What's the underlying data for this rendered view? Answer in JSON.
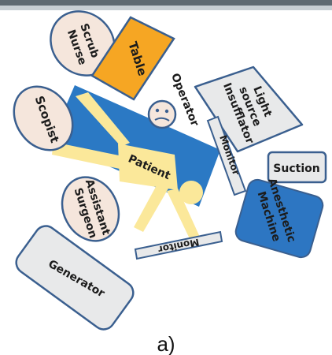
{
  "labels": {
    "scrub_nurse_line1": "Scrub",
    "scrub_nurse_line2": "Nurse",
    "table": "Table",
    "operator": "Operator",
    "scopist": "Scopist",
    "light_source_line1": "Light",
    "light_source_line2": "source",
    "light_source_line3": "Insufflator",
    "monitor_right": "Monitor",
    "patient": "Patient",
    "suction": "Suction",
    "anesthetic_line1": "Anesthetic",
    "anesthetic_line2": "Machine",
    "assistant_line1": "Assistant",
    "assistant_line2": "Surgeon",
    "monitor_bottom": "Monitor",
    "generator": "Generator"
  },
  "caption": "a)",
  "colors": {
    "person_fill": "#f5e6dc",
    "equipment_fill": "#e8e9ea",
    "outline": "#3a5f8f",
    "bed_blue": "#2b79c4",
    "patient_yellow": "#fbe89a",
    "table_orange": "#f6a623",
    "anesthetic_blue": "#2d76c2"
  }
}
